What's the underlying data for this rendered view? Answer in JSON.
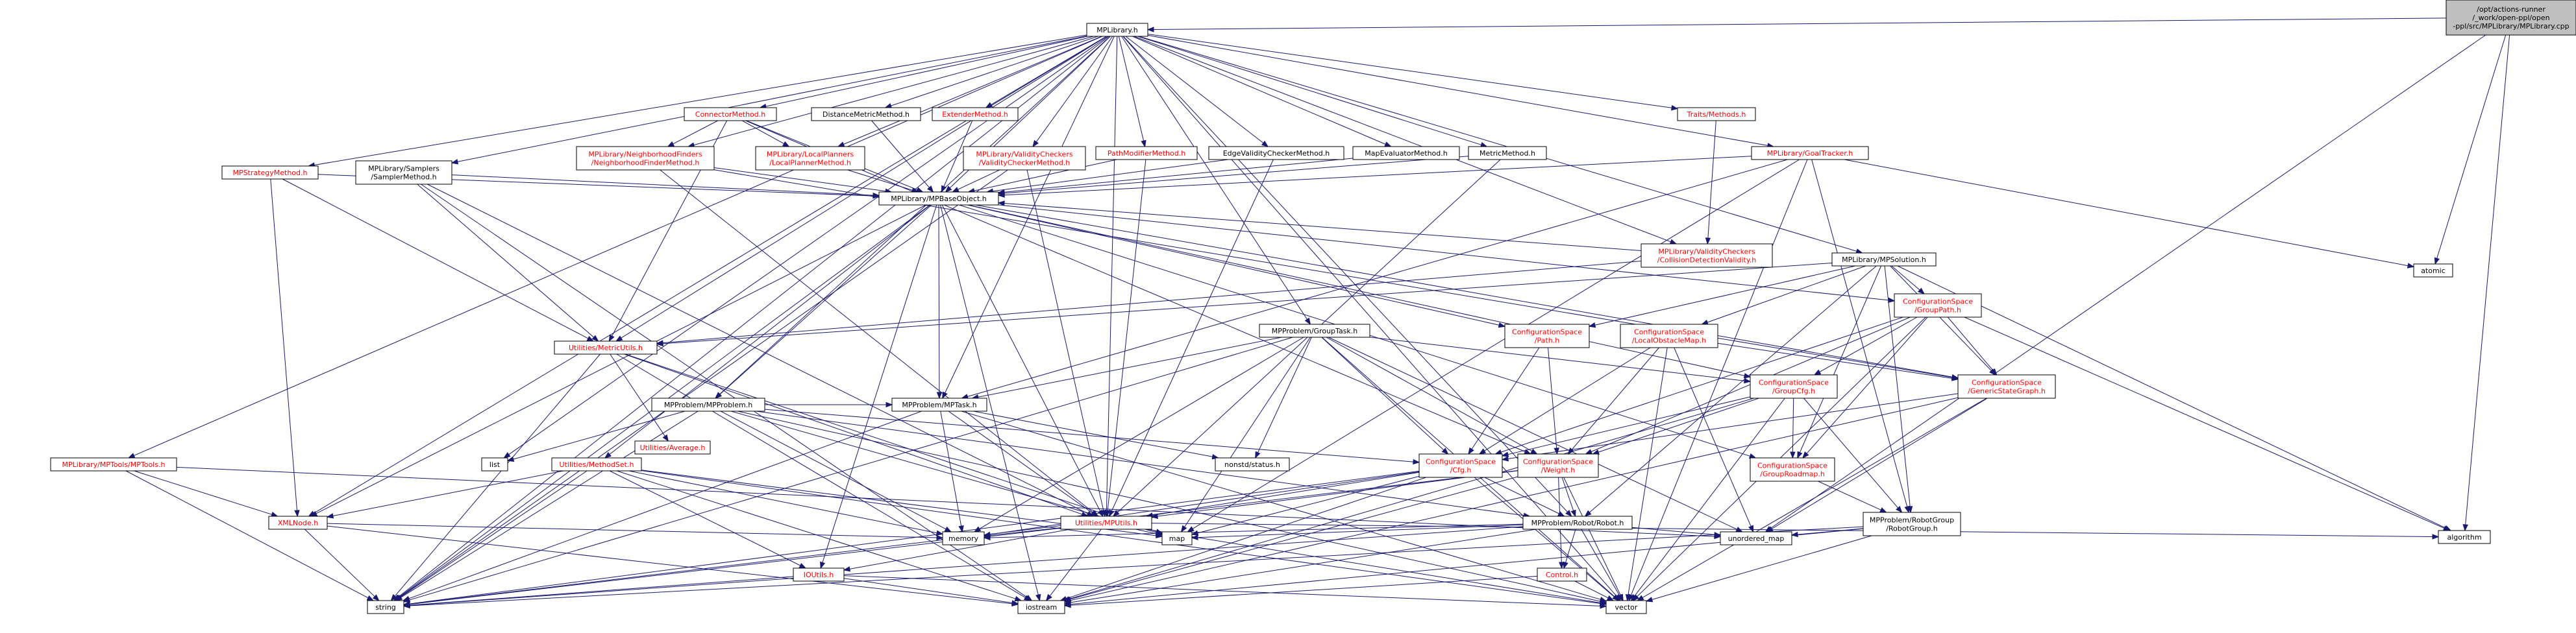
{
  "colors": {
    "edge": "#191970",
    "text_normal": "#000000",
    "text_link": "#ff0000",
    "fill_normal": "#ffffff",
    "fill_root": "#bfbfbf",
    "border": "#000000"
  },
  "nodes": [
    {
      "id": "root",
      "lines": [
        "/opt/actions-runner",
        "/_work/open-ppl/open",
        "-ppl/src/MPLibrary/MPLibrary.cpp"
      ],
      "style": "root"
    },
    {
      "id": "mplib",
      "lines": [
        "MPLibrary.h"
      ],
      "style": "normal"
    },
    {
      "id": "atomic",
      "lines": [
        "atomic"
      ],
      "style": "normal"
    },
    {
      "id": "algorithm",
      "lines": [
        "algorithm"
      ],
      "style": "normal"
    },
    {
      "id": "strategy",
      "lines": [
        "MPStrategyMethod.h"
      ],
      "style": "link"
    },
    {
      "id": "sampler",
      "lines": [
        "MPLibrary/Samplers",
        "/SamplerMethod.h"
      ],
      "style": "normal"
    },
    {
      "id": "connector",
      "lines": [
        "ConnectorMethod.h"
      ],
      "style": "link"
    },
    {
      "id": "nfinder",
      "lines": [
        "MPLibrary/NeighborhoodFinders",
        "/NeighborhoodFinderMethod.h"
      ],
      "style": "link"
    },
    {
      "id": "lplanner",
      "lines": [
        "MPLibrary/LocalPlanners",
        "/LocalPlannerMethod.h"
      ],
      "style": "link"
    },
    {
      "id": "distmetric",
      "lines": [
        "DistanceMetricMethod.h"
      ],
      "style": "normal"
    },
    {
      "id": "extender",
      "lines": [
        "ExtenderMethod.h"
      ],
      "style": "link"
    },
    {
      "id": "vcm",
      "lines": [
        "MPLibrary/ValidityCheckers",
        "/ValidityCheckerMethod.h"
      ],
      "style": "link"
    },
    {
      "id": "pathmod",
      "lines": [
        "PathModifierMethod.h"
      ],
      "style": "link"
    },
    {
      "id": "edgevc",
      "lines": [
        "EdgeValidityCheckerMethod.h"
      ],
      "style": "normal"
    },
    {
      "id": "mapeval",
      "lines": [
        "MapEvaluatorMethod.h"
      ],
      "style": "normal"
    },
    {
      "id": "metric",
      "lines": [
        "MetricMethod.h"
      ],
      "style": "normal"
    },
    {
      "id": "traits",
      "lines": [
        "Traits/Methods.h"
      ],
      "style": "link"
    },
    {
      "id": "goaltracker",
      "lines": [
        "MPLibrary/GoalTracker.h"
      ],
      "style": "link"
    },
    {
      "id": "mpbase",
      "lines": [
        "MPLibrary/MPBaseObject.h"
      ],
      "style": "normal"
    },
    {
      "id": "cdv",
      "lines": [
        "MPLibrary/ValidityCheckers",
        "/CollisionDetectionValidity.h"
      ],
      "style": "link"
    },
    {
      "id": "mpsolution",
      "lines": [
        "MPLibrary/MPSolution.h"
      ],
      "style": "normal"
    },
    {
      "id": "grouptask",
      "lines": [
        "MPProblem/GroupTask.h"
      ],
      "style": "normal"
    },
    {
      "id": "cspath",
      "lines": [
        "ConfigurationSpace",
        "/Path.h"
      ],
      "style": "link"
    },
    {
      "id": "localobs",
      "lines": [
        "ConfigurationSpace",
        "/LocalObstacleMap.h"
      ],
      "style": "link"
    },
    {
      "id": "grouppath",
      "lines": [
        "ConfigurationSpace",
        "/GroupPath.h"
      ],
      "style": "link"
    },
    {
      "id": "metricutils",
      "lines": [
        "Utilities/MetricUtils.h"
      ],
      "style": "link"
    },
    {
      "id": "mpproblem",
      "lines": [
        "MPProblem/MPProblem.h"
      ],
      "style": "normal"
    },
    {
      "id": "mptask",
      "lines": [
        "MPProblem/MPTask.h"
      ],
      "style": "normal"
    },
    {
      "id": "groupcfg",
      "lines": [
        "ConfigurationSpace",
        "/GroupCfg.h"
      ],
      "style": "link"
    },
    {
      "id": "genericgraph",
      "lines": [
        "ConfigurationSpace",
        "/GenericStateGraph.h"
      ],
      "style": "link"
    },
    {
      "id": "mptools",
      "lines": [
        "MPLibrary/MPTools/MPTools.h"
      ],
      "style": "link"
    },
    {
      "id": "average",
      "lines": [
        "Utilities/Average.h"
      ],
      "style": "link"
    },
    {
      "id": "list",
      "lines": [
        "list"
      ],
      "style": "normal"
    },
    {
      "id": "methodset",
      "lines": [
        "Utilities/MethodSet.h"
      ],
      "style": "link"
    },
    {
      "id": "nonstd",
      "lines": [
        "nonstd/status.h"
      ],
      "style": "normal"
    },
    {
      "id": "cfg",
      "lines": [
        "ConfigurationSpace",
        "/Cfg.h"
      ],
      "style": "link"
    },
    {
      "id": "weight",
      "lines": [
        "ConfigurationSpace",
        "/Weight.h"
      ],
      "style": "link"
    },
    {
      "id": "grouproadmap",
      "lines": [
        "ConfigurationSpace",
        "/GroupRoadmap.h"
      ],
      "style": "link"
    },
    {
      "id": "xmlnode",
      "lines": [
        "XMLNode.h"
      ],
      "style": "link"
    },
    {
      "id": "mputils",
      "lines": [
        "Utilities/MPUtils.h"
      ],
      "style": "link"
    },
    {
      "id": "robot",
      "lines": [
        "MPProblem/Robot/Robot.h"
      ],
      "style": "normal"
    },
    {
      "id": "robotgroup",
      "lines": [
        "MPProblem/RobotGroup",
        "/RobotGroup.h"
      ],
      "style": "normal"
    },
    {
      "id": "ioutils",
      "lines": [
        "IOUtils.h"
      ],
      "style": "link"
    },
    {
      "id": "memory",
      "lines": [
        "memory"
      ],
      "style": "normal"
    },
    {
      "id": "map",
      "lines": [
        "map"
      ],
      "style": "normal"
    },
    {
      "id": "unordered_map",
      "lines": [
        "unordered_map"
      ],
      "style": "normal"
    },
    {
      "id": "control",
      "lines": [
        "Control.h"
      ],
      "style": "link"
    },
    {
      "id": "string",
      "lines": [
        "string"
      ],
      "style": "normal"
    },
    {
      "id": "iostream",
      "lines": [
        "iostream"
      ],
      "style": "normal"
    },
    {
      "id": "vector",
      "lines": [
        "vector"
      ],
      "style": "normal"
    }
  ],
  "edges": [
    [
      "root",
      "mplib"
    ],
    [
      "root",
      "atomic"
    ],
    [
      "root",
      "algorithm"
    ],
    [
      "root",
      "unordered_map"
    ],
    [
      "mplib",
      "strategy"
    ],
    [
      "mplib",
      "sampler"
    ],
    [
      "mplib",
      "connector"
    ],
    [
      "mplib",
      "nfinder"
    ],
    [
      "mplib",
      "lplanner"
    ],
    [
      "mplib",
      "distmetric"
    ],
    [
      "mplib",
      "extender"
    ],
    [
      "mplib",
      "vcm"
    ],
    [
      "mplib",
      "pathmod"
    ],
    [
      "mplib",
      "edgevc"
    ],
    [
      "mplib",
      "mapeval"
    ],
    [
      "mplib",
      "metric"
    ],
    [
      "mplib",
      "traits"
    ],
    [
      "mplib",
      "goaltracker"
    ],
    [
      "mplib",
      "mpbase"
    ],
    [
      "mplib",
      "mpsolution"
    ],
    [
      "mplib",
      "grouptask"
    ],
    [
      "mplib",
      "metricutils"
    ],
    [
      "mplib",
      "mpproblem"
    ],
    [
      "mplib",
      "mptask"
    ],
    [
      "mplib",
      "mptools"
    ],
    [
      "mplib",
      "xmlnode"
    ],
    [
      "mplib",
      "mputils"
    ],
    [
      "mplib",
      "robot"
    ],
    [
      "mplib",
      "list"
    ],
    [
      "mplib",
      "string"
    ],
    [
      "mplib",
      "vector"
    ],
    [
      "mplib",
      "cdv"
    ],
    [
      "strategy",
      "mpbase"
    ],
    [
      "strategy",
      "metricutils"
    ],
    [
      "strategy",
      "xmlnode"
    ],
    [
      "sampler",
      "mpbase"
    ],
    [
      "sampler",
      "metricutils"
    ],
    [
      "sampler",
      "iostream"
    ],
    [
      "sampler",
      "mputils"
    ],
    [
      "connector",
      "mpbase"
    ],
    [
      "connector",
      "nfinder"
    ],
    [
      "connector",
      "lplanner"
    ],
    [
      "connector",
      "metricutils"
    ],
    [
      "connector",
      "weight"
    ],
    [
      "nfinder",
      "mpbase"
    ],
    [
      "nfinder",
      "mputils"
    ],
    [
      "nfinder",
      "genericgraph"
    ],
    [
      "lplanner",
      "mpbase"
    ],
    [
      "distmetric",
      "mpbase"
    ],
    [
      "extender",
      "mpbase"
    ],
    [
      "vcm",
      "mpbase"
    ],
    [
      "vcm",
      "mputils"
    ],
    [
      "vcm",
      "string"
    ],
    [
      "pathmod",
      "mpbase"
    ],
    [
      "pathmod",
      "mputils"
    ],
    [
      "edgevc",
      "mpbase"
    ],
    [
      "edgevc",
      "mputils"
    ],
    [
      "mapeval",
      "mpbase"
    ],
    [
      "metric",
      "mpbase"
    ],
    [
      "metric",
      "mputils"
    ],
    [
      "traits",
      "cdv"
    ],
    [
      "goaltracker",
      "mpbase"
    ],
    [
      "goaltracker",
      "mptask"
    ],
    [
      "goaltracker",
      "robotgroup"
    ],
    [
      "goaltracker",
      "atomic"
    ],
    [
      "goaltracker",
      "vector"
    ],
    [
      "goaltracker",
      "map"
    ],
    [
      "mpbase",
      "mpproblem"
    ],
    [
      "mpbase",
      "mptask"
    ],
    [
      "mpbase",
      "cspath"
    ],
    [
      "mpbase",
      "grouppath"
    ],
    [
      "mpbase",
      "genericgraph"
    ],
    [
      "mpbase",
      "grouproadmap"
    ],
    [
      "mpbase",
      "methodset"
    ],
    [
      "mpbase",
      "mputils"
    ],
    [
      "mpbase",
      "xmlnode"
    ],
    [
      "mpbase",
      "ioutils"
    ],
    [
      "mpbase",
      "iostream"
    ],
    [
      "mpbase",
      "string"
    ],
    [
      "mpbase",
      "groupcfg"
    ],
    [
      "cdv",
      "metricutils"
    ],
    [
      "cdv",
      "mpbase"
    ],
    [
      "mpsolution",
      "cspath"
    ],
    [
      "mpsolution",
      "localobs"
    ],
    [
      "mpsolution",
      "grouppath"
    ],
    [
      "mpsolution",
      "genericgraph"
    ],
    [
      "mpsolution",
      "grouproadmap"
    ],
    [
      "mpsolution",
      "robot"
    ],
    [
      "mpsolution",
      "robotgroup"
    ],
    [
      "mpsolution",
      "metricutils"
    ],
    [
      "mpsolution",
      "algorithm"
    ],
    [
      "grouptask",
      "mptask"
    ],
    [
      "grouptask",
      "groupcfg"
    ],
    [
      "grouptask",
      "cfg"
    ],
    [
      "grouptask",
      "weight"
    ],
    [
      "grouptask",
      "nonstd"
    ],
    [
      "grouptask",
      "memory"
    ],
    [
      "grouptask",
      "string"
    ],
    [
      "grouptask",
      "vector"
    ],
    [
      "grouptask",
      "unordered_map"
    ],
    [
      "grouptask",
      "map"
    ],
    [
      "cspath",
      "weight"
    ],
    [
      "cspath",
      "cfg"
    ],
    [
      "localobs",
      "cfg"
    ],
    [
      "localobs",
      "weight"
    ],
    [
      "localobs",
      "genericgraph"
    ],
    [
      "localobs",
      "unordered_map"
    ],
    [
      "localobs",
      "vector"
    ],
    [
      "grouppath",
      "groupcfg"
    ],
    [
      "grouppath",
      "genericgraph"
    ],
    [
      "grouppath",
      "grouproadmap"
    ],
    [
      "grouppath",
      "weight"
    ],
    [
      "grouppath",
      "cfg"
    ],
    [
      "grouppath",
      "algorithm"
    ],
    [
      "grouppath",
      "vector"
    ],
    [
      "metricutils",
      "average"
    ],
    [
      "metricutils",
      "mputils"
    ],
    [
      "metricutils",
      "string"
    ],
    [
      "metricutils",
      "map"
    ],
    [
      "metricutils",
      "iostream"
    ],
    [
      "mpproblem",
      "mptask"
    ],
    [
      "mpproblem",
      "list"
    ],
    [
      "mpproblem",
      "cfg"
    ],
    [
      "mpproblem",
      "robot"
    ],
    [
      "mpproblem",
      "memory"
    ],
    [
      "mpproblem",
      "map"
    ],
    [
      "mpproblem",
      "string"
    ],
    [
      "mpproblem",
      "vector"
    ],
    [
      "mptask",
      "mputils"
    ],
    [
      "mptask",
      "nonstd"
    ],
    [
      "mptask",
      "memory"
    ],
    [
      "mptask",
      "string"
    ],
    [
      "mptask",
      "vector"
    ],
    [
      "groupcfg",
      "cfg"
    ],
    [
      "groupcfg",
      "grouproadmap"
    ],
    [
      "groupcfg",
      "robotgroup"
    ],
    [
      "groupcfg",
      "weight"
    ],
    [
      "groupcfg",
      "vector"
    ],
    [
      "groupcfg",
      "iostream"
    ],
    [
      "genericgraph",
      "cfg"
    ],
    [
      "genericgraph",
      "vector"
    ],
    [
      "genericgraph",
      "unordered_map"
    ],
    [
      "genericgraph",
      "iostream"
    ],
    [
      "mptools",
      "xmlnode"
    ],
    [
      "mptools",
      "string"
    ],
    [
      "mptools",
      "unordered_map"
    ],
    [
      "methodset",
      "xmlnode"
    ],
    [
      "methodset",
      "ioutils"
    ],
    [
      "methodset",
      "memory"
    ],
    [
      "methodset",
      "map"
    ],
    [
      "methodset",
      "string"
    ],
    [
      "methodset",
      "iostream"
    ],
    [
      "methodset",
      "vector"
    ],
    [
      "cfg",
      "mputils"
    ],
    [
      "cfg",
      "robot"
    ],
    [
      "cfg",
      "memory"
    ],
    [
      "cfg",
      "string"
    ],
    [
      "cfg",
      "vector"
    ],
    [
      "cfg",
      "iostream"
    ],
    [
      "cfg",
      "map"
    ],
    [
      "weight",
      "mputils"
    ],
    [
      "weight",
      "robot"
    ],
    [
      "weight",
      "control"
    ],
    [
      "weight",
      "string"
    ],
    [
      "weight",
      "iostream"
    ],
    [
      "weight",
      "vector"
    ],
    [
      "grouproadmap",
      "robotgroup"
    ],
    [
      "xmlnode",
      "string"
    ],
    [
      "xmlnode",
      "memory"
    ],
    [
      "xmlnode",
      "iostream"
    ],
    [
      "mputils",
      "ioutils"
    ],
    [
      "mputils",
      "memory"
    ],
    [
      "mputils",
      "map"
    ],
    [
      "mputils",
      "string"
    ],
    [
      "mputils",
      "iostream"
    ],
    [
      "mputils",
      "vector"
    ],
    [
      "mputils",
      "algorithm"
    ],
    [
      "robot",
      "control"
    ],
    [
      "robot",
      "memory"
    ],
    [
      "robot",
      "string"
    ],
    [
      "robot",
      "vector"
    ],
    [
      "robot",
      "unordered_map"
    ],
    [
      "robot",
      "map"
    ],
    [
      "robot",
      "iostream"
    ],
    [
      "robotgroup",
      "string"
    ],
    [
      "robotgroup",
      "vector"
    ],
    [
      "robotgroup",
      "unordered_map"
    ],
    [
      "robotgroup",
      "iostream"
    ],
    [
      "ioutils",
      "string"
    ],
    [
      "ioutils",
      "vector"
    ],
    [
      "ioutils",
      "iostream"
    ],
    [
      "control",
      "vector"
    ],
    [
      "control",
      "iostream"
    ]
  ]
}
